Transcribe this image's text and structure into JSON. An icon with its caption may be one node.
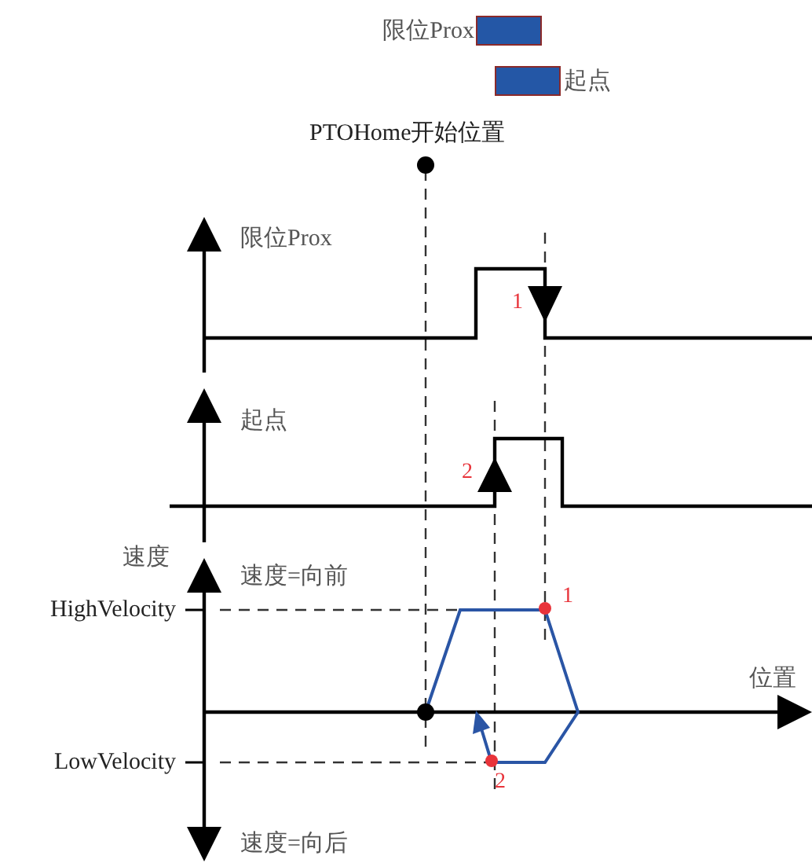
{
  "diagram": {
    "labels": [
      "PTOHome开始位置",
      "限位Prox",
      "1",
      "起点",
      "2",
      "速度",
      "速度=向前",
      "HighVelocity",
      "1",
      "位置",
      "LowVelocity",
      "2",
      "速度=向后"
    ],
    "legend": [
      {
        "text": "限位Prox",
        "color": "#2457a6"
      },
      {
        "text": "起点",
        "color": "#2457a6"
      }
    ]
  }
}
